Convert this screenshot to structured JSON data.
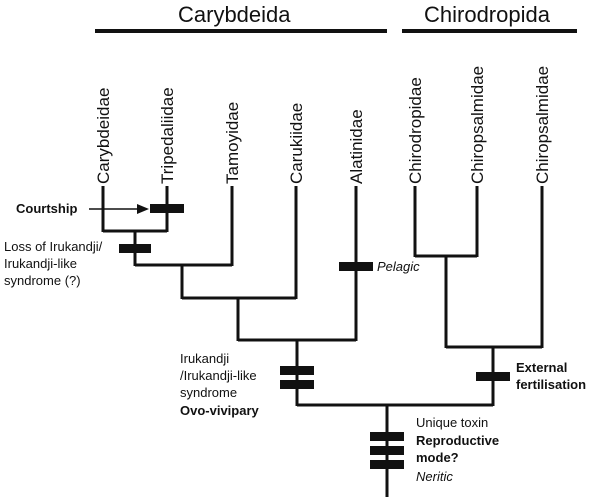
{
  "groups": {
    "carybdeida": "Carybdeida",
    "chirodropida": "Chirodropida"
  },
  "taxa": [
    "Carybdeidae",
    "Tripedaliidae",
    "Tamoyidae",
    "Carukiidae",
    "Alatinidae",
    "Chirodropidae",
    "Chiropsalmidae",
    "Chiropsalmidae"
  ],
  "annotations": {
    "courtship": "Courtship",
    "loss_line1": "Loss of Irukandji/",
    "loss_line2": "Irukandji-like",
    "loss_line3": "syndrome (?)",
    "pelagic": "Pelagic",
    "irukandji_line1": "Irukandji",
    "irukandji_line2": "/Irukandji-like",
    "irukandji_line3": "syndrome",
    "ovo_vivipary": "Ovo-vivipary",
    "external_line1": "External",
    "external_line2": "fertilisation",
    "unique_toxin": "Unique toxin",
    "reproductive_line1": "Reproductive",
    "reproductive_line2": "mode?",
    "neritic": "Neritic"
  },
  "colors": {
    "ink": "#111111"
  }
}
